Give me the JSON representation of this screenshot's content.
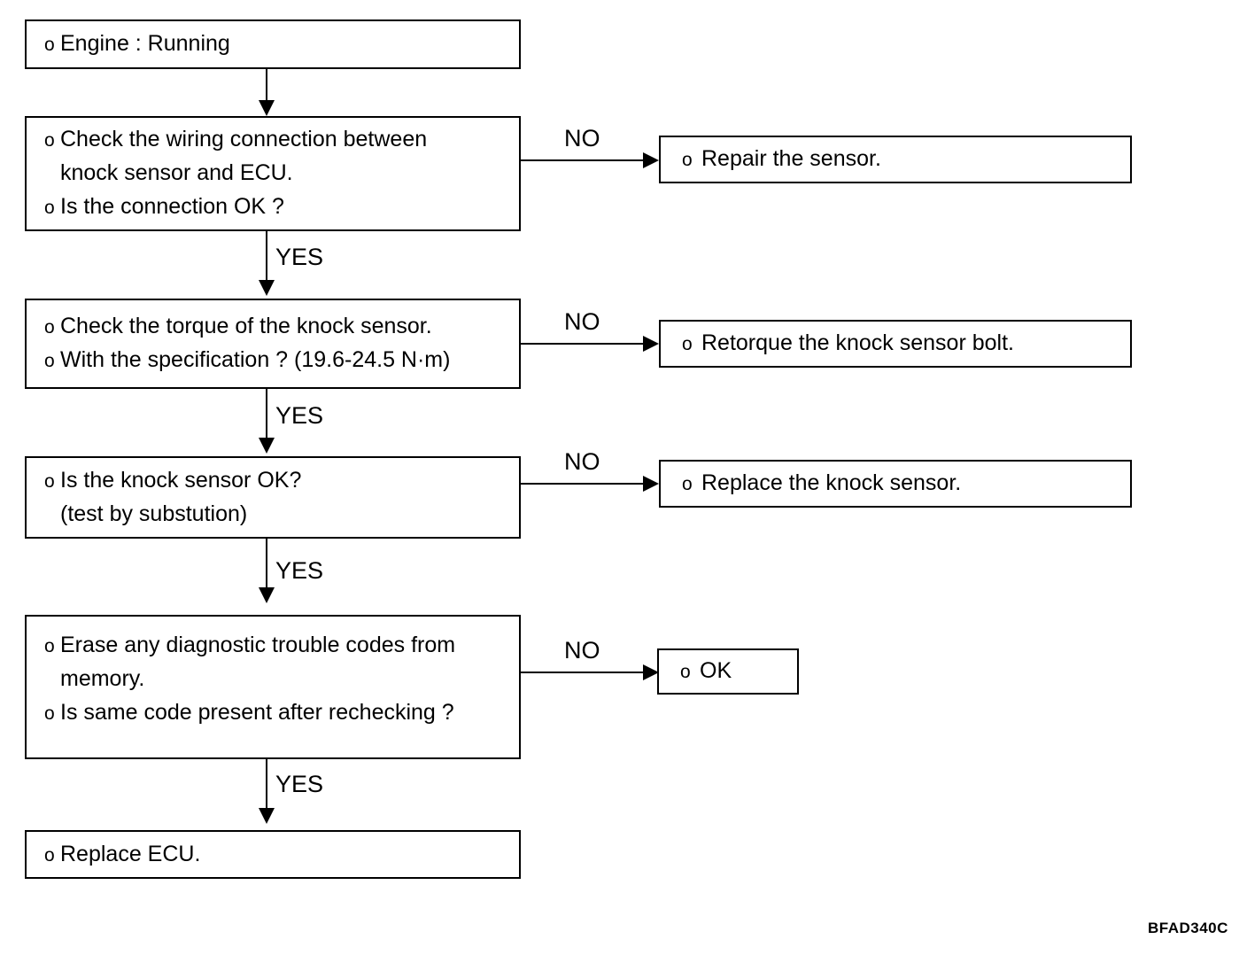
{
  "figure": {
    "code": "BFAD340C",
    "bullet_glyph": "o"
  },
  "nodes": {
    "start": {
      "lines": [
        "Engine : Running"
      ]
    },
    "check_wiring": {
      "lines": [
        "Check the wiring connection between",
        "knock sensor and ECU.",
        "Is the connection OK ?"
      ]
    },
    "repair_sensor": {
      "lines": [
        "Repair the sensor."
      ]
    },
    "check_torque": {
      "lines": [
        "Check the torque of the knock sensor.",
        "With the specification ? (19.6-24.5 N·m)"
      ]
    },
    "retorque_bolt": {
      "lines": [
        "Retorque the knock sensor bolt."
      ]
    },
    "sensor_ok": {
      "lines": [
        "Is the knock sensor OK?",
        "(test by substution)"
      ]
    },
    "replace_sensor": {
      "lines": [
        "Replace the knock sensor."
      ]
    },
    "erase_codes": {
      "lines": [
        "Erase any diagnostic trouble codes from",
        "memory.",
        "Is same code present after rechecking ?"
      ]
    },
    "ok_result": {
      "lines": [
        "OK"
      ]
    },
    "replace_ecu": {
      "lines": [
        "Replace ECU."
      ]
    }
  },
  "edges": {
    "yes_1": "YES",
    "yes_2": "YES",
    "yes_3": "YES",
    "yes_4": "YES",
    "no_1": "NO",
    "no_2": "NO",
    "no_3": "NO",
    "no_4": "NO"
  },
  "colors": {
    "stroke": "#000000",
    "background": "#ffffff"
  }
}
